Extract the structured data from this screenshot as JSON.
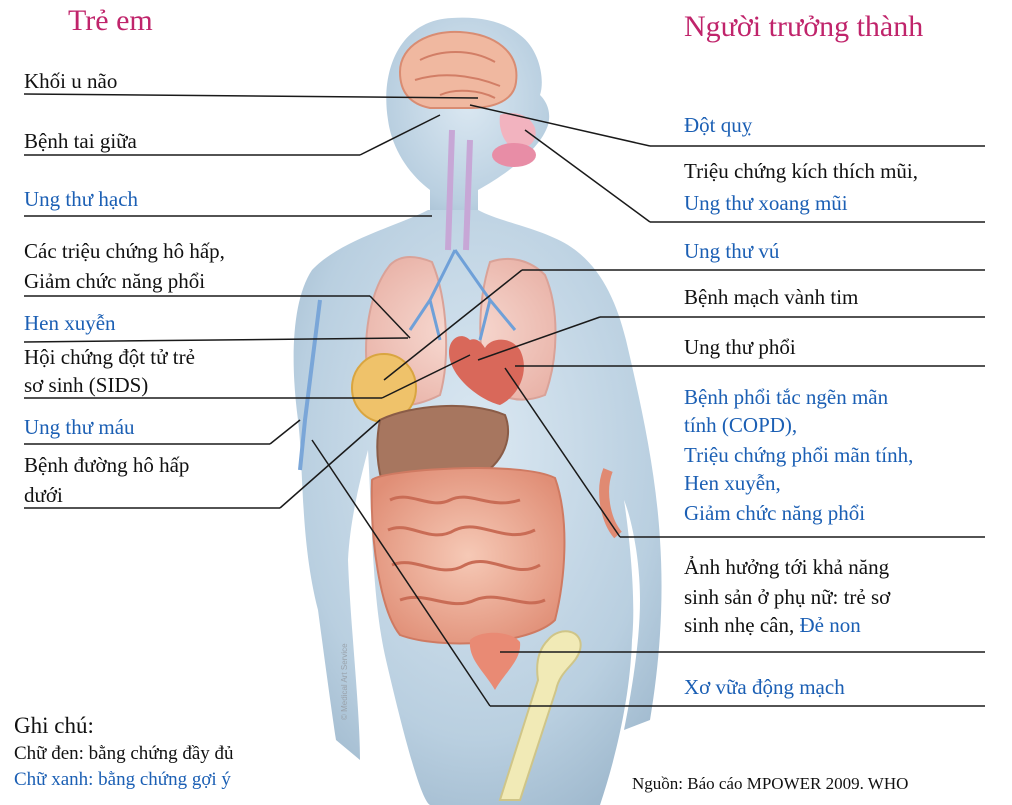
{
  "headings": {
    "children": "Trẻ em",
    "adults": "Người trưởng thành"
  },
  "colors": {
    "heading": "#c0246b",
    "definite_evidence_text": "#111111",
    "suggestive_evidence_text": "#1b5fb4",
    "body_silhouette": "#b9cfe0",
    "organs": "#e9a08a"
  },
  "children_labels": {
    "brain_tumor": "Khối u não",
    "middle_ear": "Bệnh tai giữa",
    "lymphoma": "Ung thư hạch",
    "respiratory_1": "Các triệu chứng hô hấp,",
    "respiratory_2": "Giảm chức năng phổi",
    "asthma": "Hen xuyễn",
    "sids_1": "Hội chứng đột tử trẻ",
    "sids_2": "sơ sinh (SIDS)",
    "leukemia": "Ung thư máu",
    "lower_resp_1": "Bệnh đường hô hấp",
    "lower_resp_2": "dưới"
  },
  "adult_labels": {
    "stroke": "Đột quỵ",
    "nasal_irritation": "Triệu chứng kích thích mũi,",
    "nasal_sinus_cancer": "Ung thư xoang mũi",
    "breast_cancer": "Ung thư vú",
    "coronary": "Bệnh mạch vành tim",
    "lung_cancer": "Ung thư phổi",
    "copd_1": "Bệnh phổi tắc ngẽn mãn",
    "copd_2": "tính (COPD),",
    "copd_3": "Triệu chứng phổi mãn tính,",
    "copd_4": "Hen xuyễn,",
    "copd_5": "Giảm chức năng phổi",
    "fertility_1": "Ảnh hưởng tới khả năng",
    "fertility_2": "sinh sản ở phụ nữ: trẻ sơ",
    "fertility_3a": "sinh nhẹ cân, ",
    "fertility_3b": "Đẻ non",
    "atherosclerosis": "Xơ vữa động mạch"
  },
  "legend": {
    "title": "Ghi chú:",
    "black_text": "Chữ đen: bằng chứng đầy đủ",
    "blue_text": "Chữ xanh: bằng chứng gợi ý"
  },
  "source": "Nguồn: Báo cáo MPOWER 2009. WHO",
  "watermark": "© Medical Art Service"
}
